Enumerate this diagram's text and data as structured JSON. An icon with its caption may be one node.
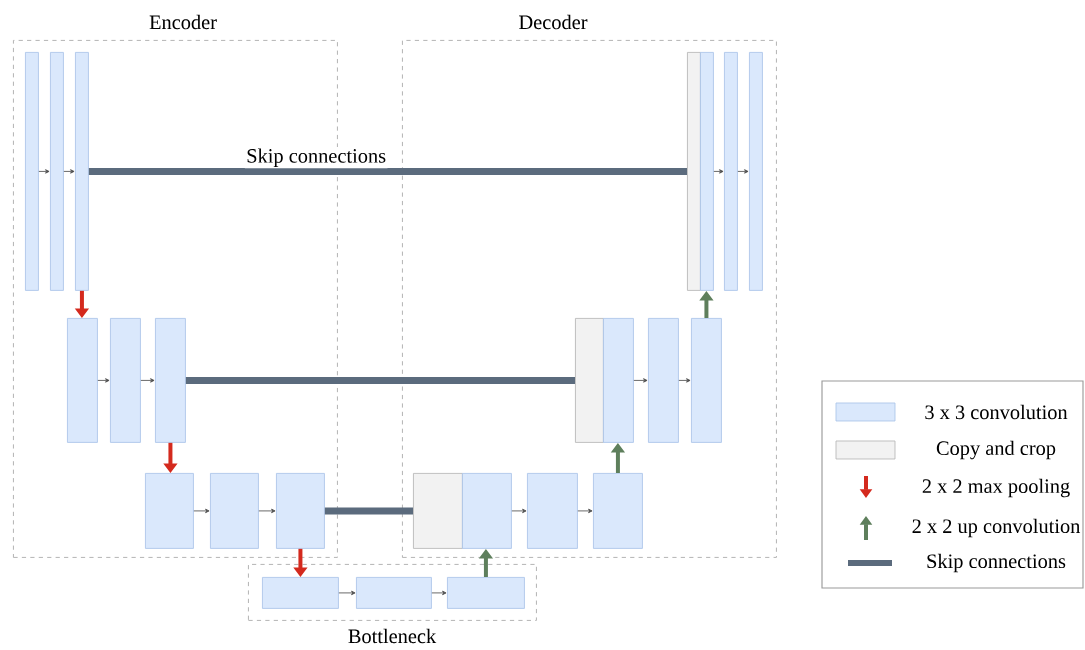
{
  "diagram": {
    "nodes": [
      {
        "text": [
          "Encoder"
        ]
      },
      {
        "text": [],
        "shape": "box",
        "in": 0
      },
      {
        "text": [],
        "shape": "box",
        "in": 0
      },
      {
        "text": [],
        "shape": "box",
        "in": 0
      },
      {
        "text": [],
        "shape": "box",
        "in": 0
      },
      {
        "text": [],
        "shape": "box",
        "in": 0
      },
      {
        "text": [],
        "shape": "box",
        "in": 0
      },
      {
        "text": [],
        "shape": "box",
        "in": 0
      },
      {
        "text": [],
        "shape": "box",
        "in": 0
      },
      {
        "text": [],
        "shape": "box",
        "in": 0
      },
      {
        "text": [
          "Decoder"
        ]
      },
      {
        "text": [],
        "shape": "box",
        "in": 10
      },
      {
        "text": [],
        "shape": "box",
        "in": 10
      },
      {
        "text": [],
        "shape": "box",
        "in": 10
      },
      {
        "text": [],
        "shape": "box",
        "in": 10
      },
      {
        "text": [],
        "shape": "box",
        "in": 10
      },
      {
        "text": [],
        "shape": "box",
        "in": 10
      },
      {
        "text": [],
        "shape": "box",
        "in": 10
      },
      {
        "text": [],
        "shape": "box",
        "in": 10
      },
      {
        "text": [],
        "shape": "box",
        "in": 10
      },
      {
        "text": [],
        "shape": "box",
        "in": 10
      },
      {
        "text": [],
        "shape": "box",
        "in": 10
      },
      {
        "text": [],
        "shape": "box",
        "in": 10
      },
      {
        "text": [
          "Bottleneck"
        ]
      },
      {
        "text": [],
        "shape": "box",
        "in": 23
      },
      {
        "text": [],
        "shape": "box",
        "in": 23
      },
      {
        "text": [],
        "shape": "box",
        "in": 23
      }
    ],
    "edges": [
      {
        "from": 1,
        "to": 2,
        "arrow": "to"
      },
      {
        "from": 2,
        "to": 3,
        "arrow": "to"
      },
      {
        "from": 3,
        "to": 11,
        "arrow": "none",
        "label": "Skip connections",
        "style": "thick",
        "color": "#5b6b7d"
      },
      {
        "from": 12,
        "to": 13,
        "arrow": "to"
      },
      {
        "from": 13,
        "to": 14,
        "arrow": "to"
      },
      {
        "from": 3,
        "to": 4,
        "arrow": "to",
        "style": "thick",
        "color": "#d42a1e"
      },
      {
        "from": 4,
        "to": 5,
        "arrow": "to"
      },
      {
        "from": 5,
        "to": 6,
        "arrow": "to"
      },
      {
        "from": 6,
        "to": 15,
        "arrow": "none",
        "style": "thick",
        "color": "#5b6b7d"
      },
      {
        "from": 16,
        "to": 17,
        "arrow": "to"
      },
      {
        "from": 17,
        "to": 18,
        "arrow": "to"
      },
      {
        "from": 18,
        "to": 12,
        "arrow": "to",
        "style": "thick",
        "color": "#5e7f5c"
      },
      {
        "from": 6,
        "to": 7,
        "arrow": "to",
        "style": "thick",
        "color": "#d42a1e"
      },
      {
        "from": 7,
        "to": 8,
        "arrow": "to"
      },
      {
        "from": 8,
        "to": 9,
        "arrow": "to"
      },
      {
        "from": 9,
        "to": 19,
        "arrow": "none",
        "style": "thick",
        "color": "#5b6b7d"
      },
      {
        "from": 20,
        "to": 21,
        "arrow": "to"
      },
      {
        "from": 21,
        "to": 22,
        "arrow": "to"
      },
      {
        "from": 22,
        "to": 16,
        "arrow": "to",
        "style": "thick",
        "color": "#5e7f5c"
      },
      {
        "from": 9,
        "to": 24,
        "arrow": "to",
        "style": "thick",
        "color": "#d42a1e"
      },
      {
        "from": 24,
        "to": 25,
        "arrow": "to"
      },
      {
        "from": 25,
        "to": 26,
        "arrow": "to"
      },
      {
        "from": 26,
        "to": 20,
        "arrow": "to",
        "style": "thick",
        "color": "#5e7f5c"
      }
    ],
    "legend": [
      {
        "text": "3 x 3 convolution",
        "color": "#dae8fc"
      },
      {
        "text": "Copy and crop",
        "color": "#f2f2f2"
      },
      {
        "text": "2 x 2 max pooling"
      },
      {
        "text": "2 x 2 up convolution"
      },
      {
        "text": "Skip connections"
      }
    ]
  }
}
